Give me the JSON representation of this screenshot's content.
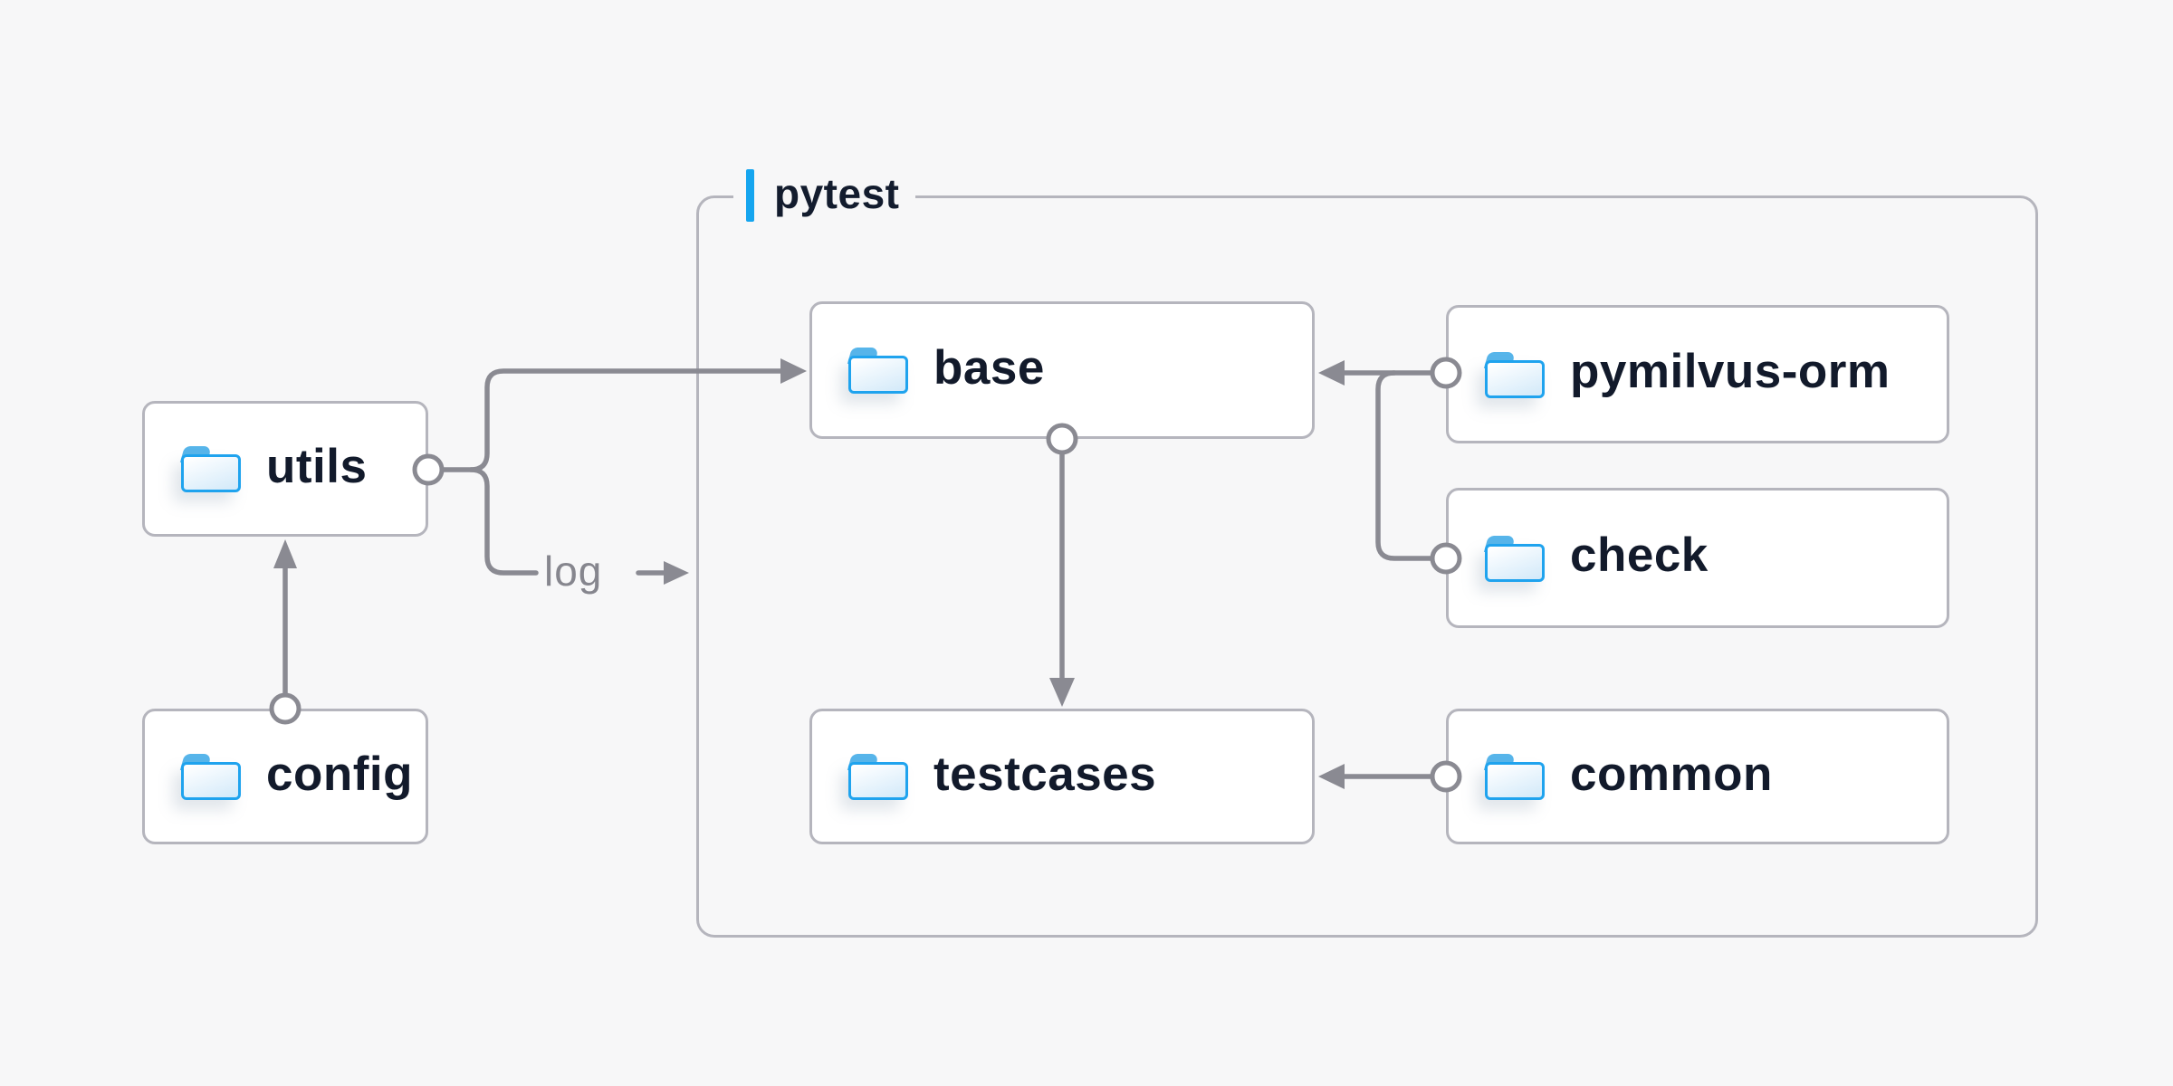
{
  "diagram": {
    "type": "folder-structure-diagram",
    "background": "#f7f7f8",
    "group": {
      "label": "pytest",
      "accent_color": "#15a5ef"
    },
    "nodes": [
      {
        "id": "utils",
        "label": "utils",
        "icon": "folder-icon"
      },
      {
        "id": "config",
        "label": "config",
        "icon": "folder-icon"
      },
      {
        "id": "base",
        "label": "base",
        "icon": "folder-icon",
        "group": "pytest"
      },
      {
        "id": "testcases",
        "label": "testcases",
        "icon": "folder-icon",
        "group": "pytest"
      },
      {
        "id": "pymilvus-orm",
        "label": "pymilvus-orm",
        "icon": "folder-icon",
        "group": "pytest"
      },
      {
        "id": "check",
        "label": "check",
        "icon": "folder-icon",
        "group": "pytest"
      },
      {
        "id": "common",
        "label": "common",
        "icon": "folder-icon",
        "group": "pytest"
      }
    ],
    "edges": [
      {
        "from": "config",
        "to": "utils"
      },
      {
        "from": "utils",
        "to": "base"
      },
      {
        "from": "utils",
        "to": "pytest-group",
        "label": "log"
      },
      {
        "from": "pymilvus-orm",
        "to": "base"
      },
      {
        "from": "check",
        "to": "base"
      },
      {
        "from": "base",
        "to": "testcases"
      },
      {
        "from": "common",
        "to": "testcases"
      }
    ],
    "edge_log_label": "log",
    "colors": {
      "connector": "#8a8a92",
      "node_border": "#b5b5bd",
      "node_background": "#ffffff",
      "label_text": "#121a2b",
      "accent_blue": "#15a5ef",
      "folder_blue": "#1fa3ee"
    }
  }
}
